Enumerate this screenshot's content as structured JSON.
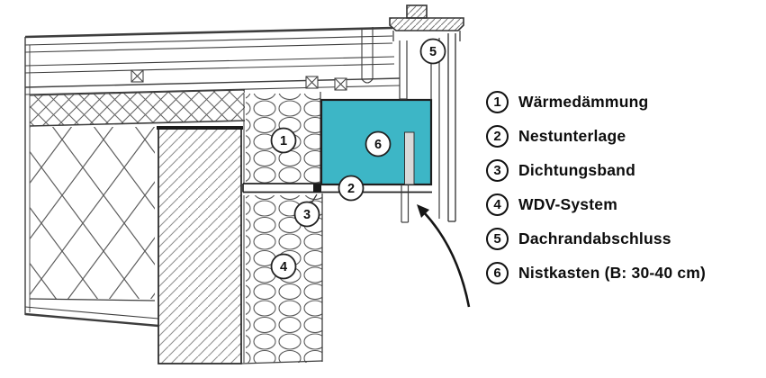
{
  "colors": {
    "background": "#ffffff",
    "nest_box_teal": "#3db6c6",
    "baffle_grey": "#d9d9d9"
  },
  "legend": {
    "items": [
      {
        "num": "1",
        "label": "Wärmedämmung"
      },
      {
        "num": "2",
        "label": "Nestunterlage"
      },
      {
        "num": "3",
        "label": "Dichtungsband"
      },
      {
        "num": "4",
        "label": "WDV-System"
      },
      {
        "num": "5",
        "label": "Dachrandabschluss"
      },
      {
        "num": "6",
        "label": "Nistkasten (B: 30-40 cm)"
      }
    ]
  },
  "callouts": [
    {
      "num": "1"
    },
    {
      "num": "2"
    },
    {
      "num": "3"
    },
    {
      "num": "4"
    },
    {
      "num": "5"
    },
    {
      "num": "6"
    }
  ]
}
